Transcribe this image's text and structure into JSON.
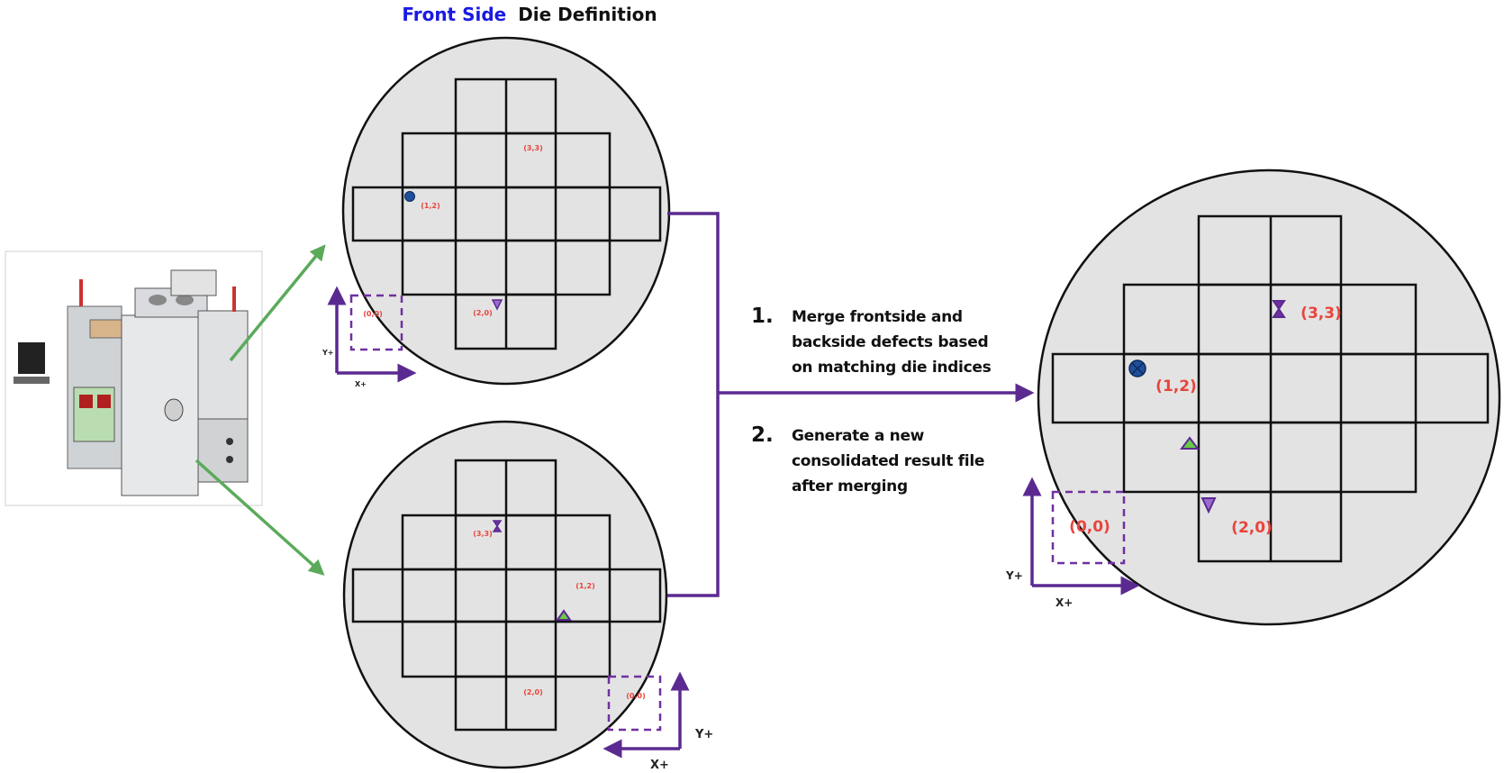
{
  "title": {
    "highlight": "Front Side",
    "rest": "Die Definition"
  },
  "colors": {
    "title_blue": "#1a1ae0",
    "label_red": "#e8453c",
    "purple": "#5b2a91",
    "green": "#5aaa5a",
    "wafer_fill": "#e3e3e3"
  },
  "front_wafer": {
    "labels": {
      "die_3_3": "(3,3)",
      "die_1_2": "(1,2)",
      "die_2_0": "(2,0)",
      "origin": "(0,0)"
    },
    "axes": {
      "y": "Y+",
      "x": "X+"
    }
  },
  "back_wafer": {
    "labels": {
      "die_3_3": "(3,3)",
      "die_1_2": "(1,2)",
      "die_2_0": "(2,0)",
      "origin": "(0,0)"
    },
    "axes": {
      "y": "Y+",
      "x": "X+"
    }
  },
  "merged_wafer": {
    "labels": {
      "die_3_3": "(3,3)",
      "die_1_2": "(1,2)",
      "die_2_0": "(2,0)",
      "origin": "(0,0)"
    },
    "axes": {
      "y": "Y+",
      "x": "X+"
    }
  },
  "steps": [
    {
      "number": "1.",
      "lines": [
        "Merge frontside and",
        "backside defects based",
        "on matching die indices"
      ]
    },
    {
      "number": "2.",
      "lines": [
        "Generate a new",
        "consolidated result file",
        "after merging"
      ]
    }
  ],
  "icons": [
    "inspection-machine-image",
    "defect-dot-icon",
    "defect-hourglass-icon",
    "defect-triangle-up-icon",
    "defect-triangle-down-icon",
    "defect-cross-circle-icon"
  ]
}
